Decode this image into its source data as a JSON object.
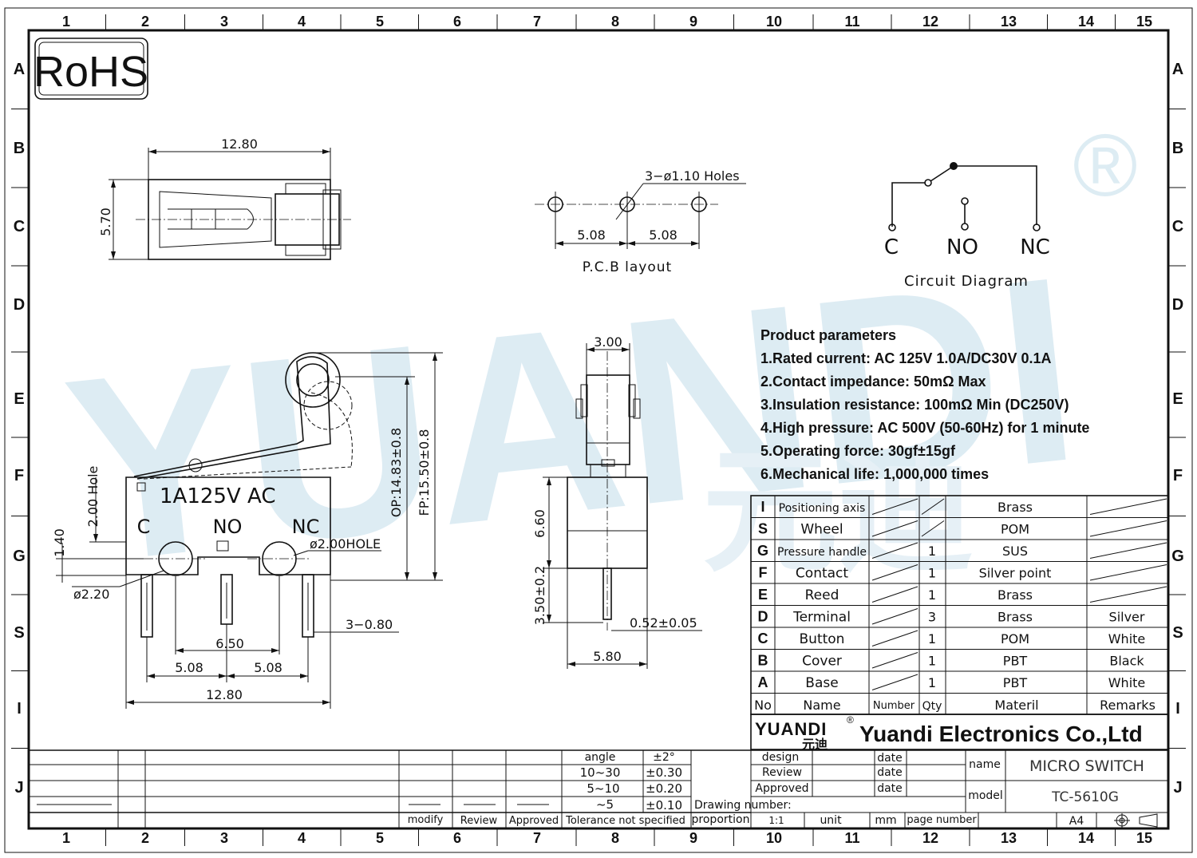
{
  "grid": {
    "cols": [
      "1",
      "2",
      "3",
      "4",
      "5",
      "6",
      "7",
      "8",
      "9",
      "10",
      "11",
      "12",
      "13",
      "14",
      "15"
    ],
    "rows": [
      "A",
      "B",
      "C",
      "D",
      "E",
      "F",
      "G",
      "S",
      "I",
      "J"
    ]
  },
  "rohs": "RoHS",
  "watermark": {
    "text": "YUANDI",
    "cn": "元迪",
    "registered": "®",
    "color": "#cfe4ef"
  },
  "top_view": {
    "width": "12.80",
    "height": "5.70"
  },
  "pcb": {
    "holes": "3−ø1.10  Holes",
    "pitch1": "5.08",
    "pitch2": "5.08",
    "caption": "P.C.B  layout"
  },
  "circuit": {
    "c": "C",
    "no": "NO",
    "nc": "NC",
    "caption": "Circuit  Diagram"
  },
  "front_view": {
    "marking": "1A125V  AC",
    "pin_c": "C",
    "pin_no": "NO",
    "pin_nc": "NC",
    "hole_label": "ø2.00HOLE",
    "hole_dim": "2.00 Hole",
    "dim_140": "1.40",
    "dim_220": "ø2.20",
    "dim_pins": "3−0.80",
    "dim_650": "6.50",
    "dim_508a": "5.08",
    "dim_508b": "5.08",
    "dim_width": "12.80",
    "op": "OP:14.83±0.8",
    "fp": "FP:15.50±0.8"
  },
  "side_view": {
    "top": "3.00",
    "h1": "6.60",
    "h2": "3.50±0.2",
    "pin": "0.52±0.05",
    "width": "5.80"
  },
  "params": {
    "title": "Product parameters",
    "items": [
      "1.Rated current: AC 125V 1.0A/DC30V 0.1A",
      "2.Contact impedance: 50mΩ Max",
      "3.Insulation resistance: 100mΩ Min  (DC250V)",
      "4.High pressure: AC 500V   (50-60Hz)  for 1 minute",
      "5.Operating force: 30gf±15gf",
      "6.Mechanical life: 1,000,000 times"
    ]
  },
  "bom": {
    "header": {
      "no": "No",
      "name": "Name",
      "number": "Number",
      "qty": "Qty",
      "material": "Materil",
      "remarks": "Remarks"
    },
    "rows": [
      {
        "no": "I",
        "name": "Positioning axis",
        "qty": "",
        "material": "Brass",
        "remarks": ""
      },
      {
        "no": "S",
        "name": "Wheel",
        "qty": "",
        "material": "POM",
        "remarks": ""
      },
      {
        "no": "G",
        "name": "Pressure handle",
        "qty": "1",
        "material": "SUS",
        "remarks": ""
      },
      {
        "no": "F",
        "name": "Contact",
        "qty": "1",
        "material": "Silver point",
        "remarks": ""
      },
      {
        "no": "E",
        "name": "Reed",
        "qty": "1",
        "material": "Brass",
        "remarks": ""
      },
      {
        "no": "D",
        "name": "Terminal",
        "qty": "3",
        "material": "Brass",
        "remarks": "Silver"
      },
      {
        "no": "C",
        "name": "Button",
        "qty": "1",
        "material": "POM",
        "remarks": "White"
      },
      {
        "no": "B",
        "name": "Cover",
        "qty": "1",
        "material": "PBT",
        "remarks": "Black"
      },
      {
        "no": "A",
        "name": "Base",
        "qty": "1",
        "material": "PBT",
        "remarks": "White"
      }
    ]
  },
  "company": {
    "logo": "YUANDI",
    "logo_cn": "元迪",
    "logo_reg": "®",
    "name": "Yuandi Electronics Co.,Ltd"
  },
  "title_block": {
    "design": "design",
    "review": "Review",
    "approved": "Approved",
    "date": "date",
    "name_label": "name",
    "name_value": "MICRO SWITCH",
    "model_label": "model",
    "model_value": "TC-5610G",
    "drawing_number": "Drawing number:",
    "proportion": "proportion",
    "scale": "1:1",
    "unit": "unit",
    "mm": "mm",
    "page_number": "page number",
    "size": "A4"
  },
  "tolerance": {
    "rows": [
      {
        "range": "angle",
        "tol": "±2°"
      },
      {
        "range": "10~30",
        "tol": "±0.30"
      },
      {
        "range": "5~10",
        "tol": "±0.20"
      },
      {
        "range": "~5",
        "tol": "±0.10"
      }
    ],
    "caption": "Tolerance not specified",
    "modify": "modify",
    "review": "Review",
    "approved": "Approved"
  }
}
